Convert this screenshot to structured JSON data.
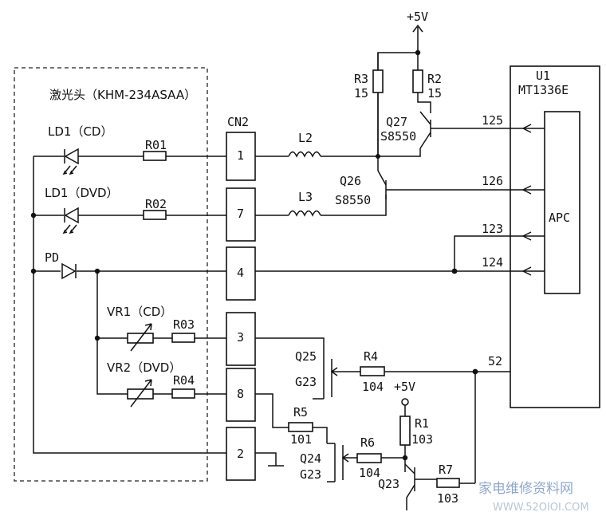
{
  "laser_head": {
    "title": "激光头（KHM-234ASAA）"
  },
  "connector": {
    "name": "CN2",
    "pins": [
      "1",
      "7",
      "4",
      "3",
      "8",
      "2"
    ]
  },
  "ic": {
    "ref": "U1",
    "part": "MT1336E",
    "block": "APC"
  },
  "supply": {
    "top": "+5V",
    "mid": "+5V"
  },
  "components": {
    "ld1_cd": "LD1（CD）",
    "ld1_dvd": "LD1（DVD）",
    "pd": "PD",
    "r01": "R01",
    "r02": "R02",
    "vr1": "VR1（CD）",
    "vr2": "VR2（DVD）",
    "r03": "R03",
    "r04": "R04",
    "l2": "L2",
    "l3": "L3",
    "r3": "R3",
    "r3_val": "15",
    "r2": "R2",
    "r2_val": "15",
    "q27": "Q27",
    "q27_part": "S8550",
    "q26": "Q26",
    "q26_part": "S8550",
    "q25": "Q25",
    "q25_part": "G23",
    "r4": "R4",
    "r4_val": "104",
    "r5": "R5",
    "r5_val": "101",
    "q24": "Q24",
    "q24_part": "G23",
    "r6": "R6",
    "r6_val": "104",
    "r1": "R1",
    "r1_val": "103",
    "r7": "R7",
    "r7_val": "103",
    "q23": "Q23"
  },
  "pins": {
    "p125": "125",
    "p126": "126",
    "p123": "123",
    "p124": "124",
    "p52": "52"
  },
  "watermark": {
    "cn": "家电维修资料网",
    "url": "WWW.52OIOI.COM"
  }
}
